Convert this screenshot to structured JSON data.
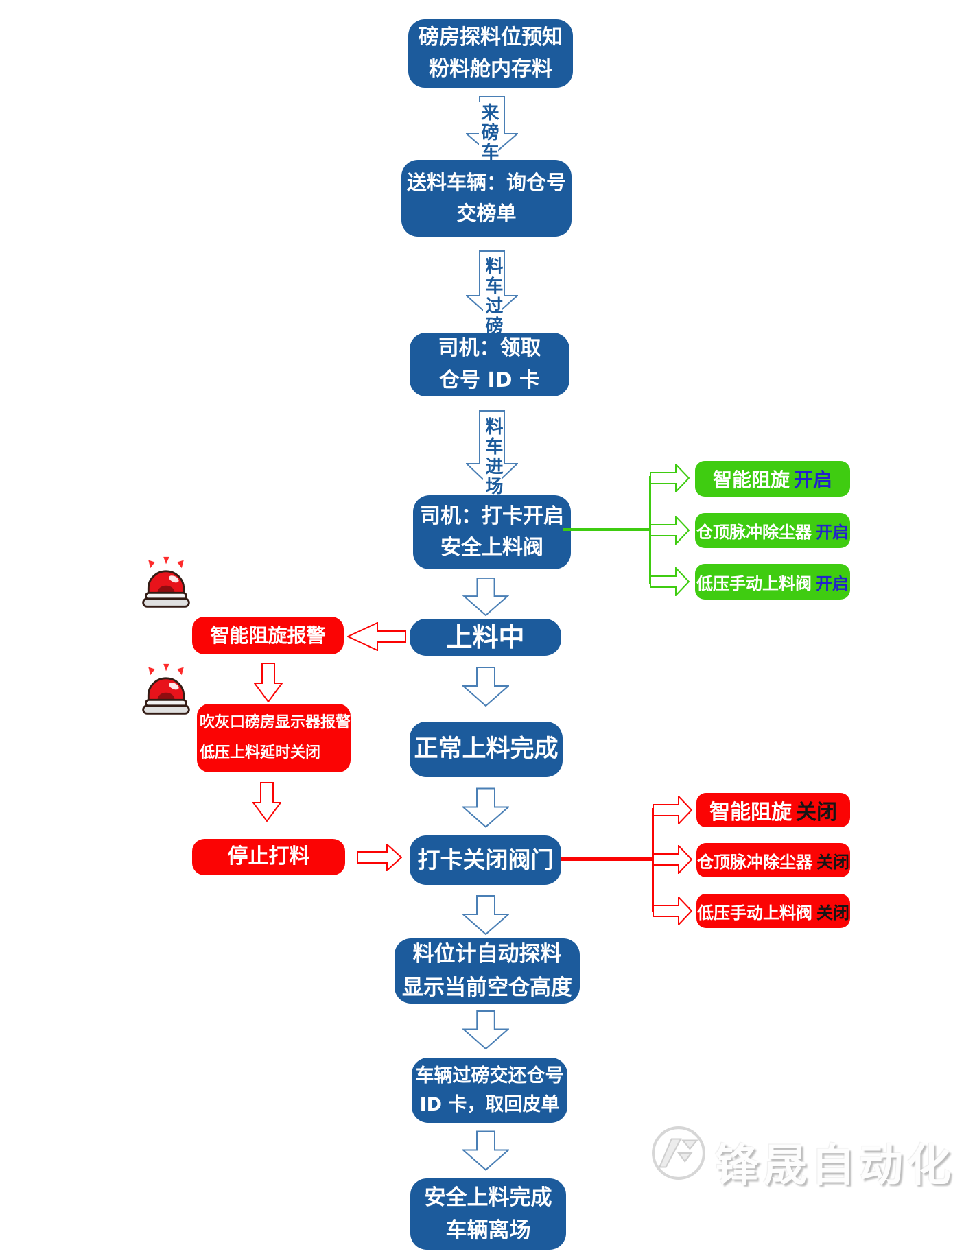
{
  "flow": {
    "n1": {
      "l1": "磅房探料位预知",
      "l2": "粉料舱内存料"
    },
    "n2": {
      "l1": "送料车辆：询仓号",
      "l2": "交榜单"
    },
    "n3": {
      "l1": "司机：领取",
      "l2": "仓号 ID 卡"
    },
    "n4": {
      "l1": "司机：打卡开启",
      "l2": "安全上料阀"
    },
    "n5": {
      "l1": "上料中"
    },
    "n6": {
      "l1": "正常上料完成"
    },
    "n7": {
      "l1": "打卡关闭阀门"
    },
    "n8": {
      "l1": "料位计自动探料",
      "l2": "显示当前空仓高度"
    },
    "n9": {
      "l1": "车辆过磅交还仓号",
      "l2": "ID 卡，取回皮单"
    },
    "n10": {
      "l1": "安全上料完成",
      "l2": "车辆离场"
    }
  },
  "arrow_labels": {
    "a1": "来磅车",
    "a2": "料车过磅",
    "a3": "料车进场"
  },
  "open_branch": {
    "b1": {
      "name": "智能阻旋",
      "state": "开启"
    },
    "b2": {
      "name": "仓顶脉冲除尘器",
      "state": "开启"
    },
    "b3": {
      "name": "低压手动上料阀",
      "state": "开启"
    }
  },
  "close_branch": {
    "b1": {
      "name": "智能阻旋",
      "state": "关闭"
    },
    "b2": {
      "name": "仓顶脉冲除尘器",
      "state": "关闭"
    },
    "b3": {
      "name": "低压手动上料阀",
      "state": "关闭"
    }
  },
  "alarm_branch": {
    "b1": {
      "l1": "智能阻旋报警"
    },
    "b2": {
      "l1": "吹灰口磅房显示器报警",
      "l2": "低压上料延时关闭"
    },
    "b3": {
      "l1": "停止打料"
    }
  },
  "watermark": {
    "text": "锋晟自动化"
  },
  "colors": {
    "node_blue": "#1c5b9c",
    "branch_green": "#3fcc11",
    "alert_red": "#fb0404",
    "open_state_text": "#2222cc",
    "close_state_text": "#151515",
    "arrow_outline_blue": "#4a7fb5"
  }
}
